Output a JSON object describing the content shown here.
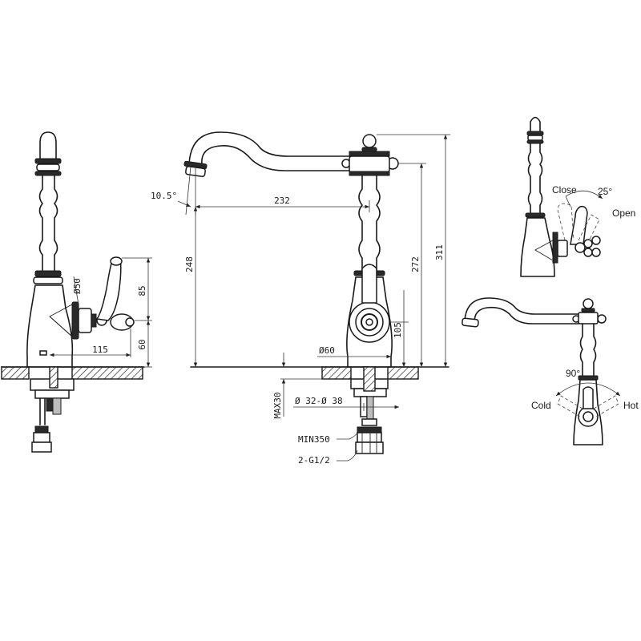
{
  "front_view": {
    "spout_angle": "10.5°",
    "spout_reach": "232",
    "spout_height": "248",
    "handle_center_height": "272",
    "total_height": "311",
    "handle_height": "105",
    "body_diameter": "Ø60",
    "max_deck_thickness": "MAX30",
    "hole_diameter": "Ø 32-Ø 38",
    "hose_length": "MIN350",
    "connection": "2-G1/2"
  },
  "side_view": {
    "handle_diameter": "Ø50",
    "handle_height": "85",
    "handle_base_height": "60",
    "handle_projection": "115"
  },
  "lever_detail": {
    "close_label": "Close",
    "open_label": "Open",
    "angle": "25°"
  },
  "top_view": {
    "angle": "90°",
    "cold_label": "Cold",
    "hot_label": "Hot"
  }
}
